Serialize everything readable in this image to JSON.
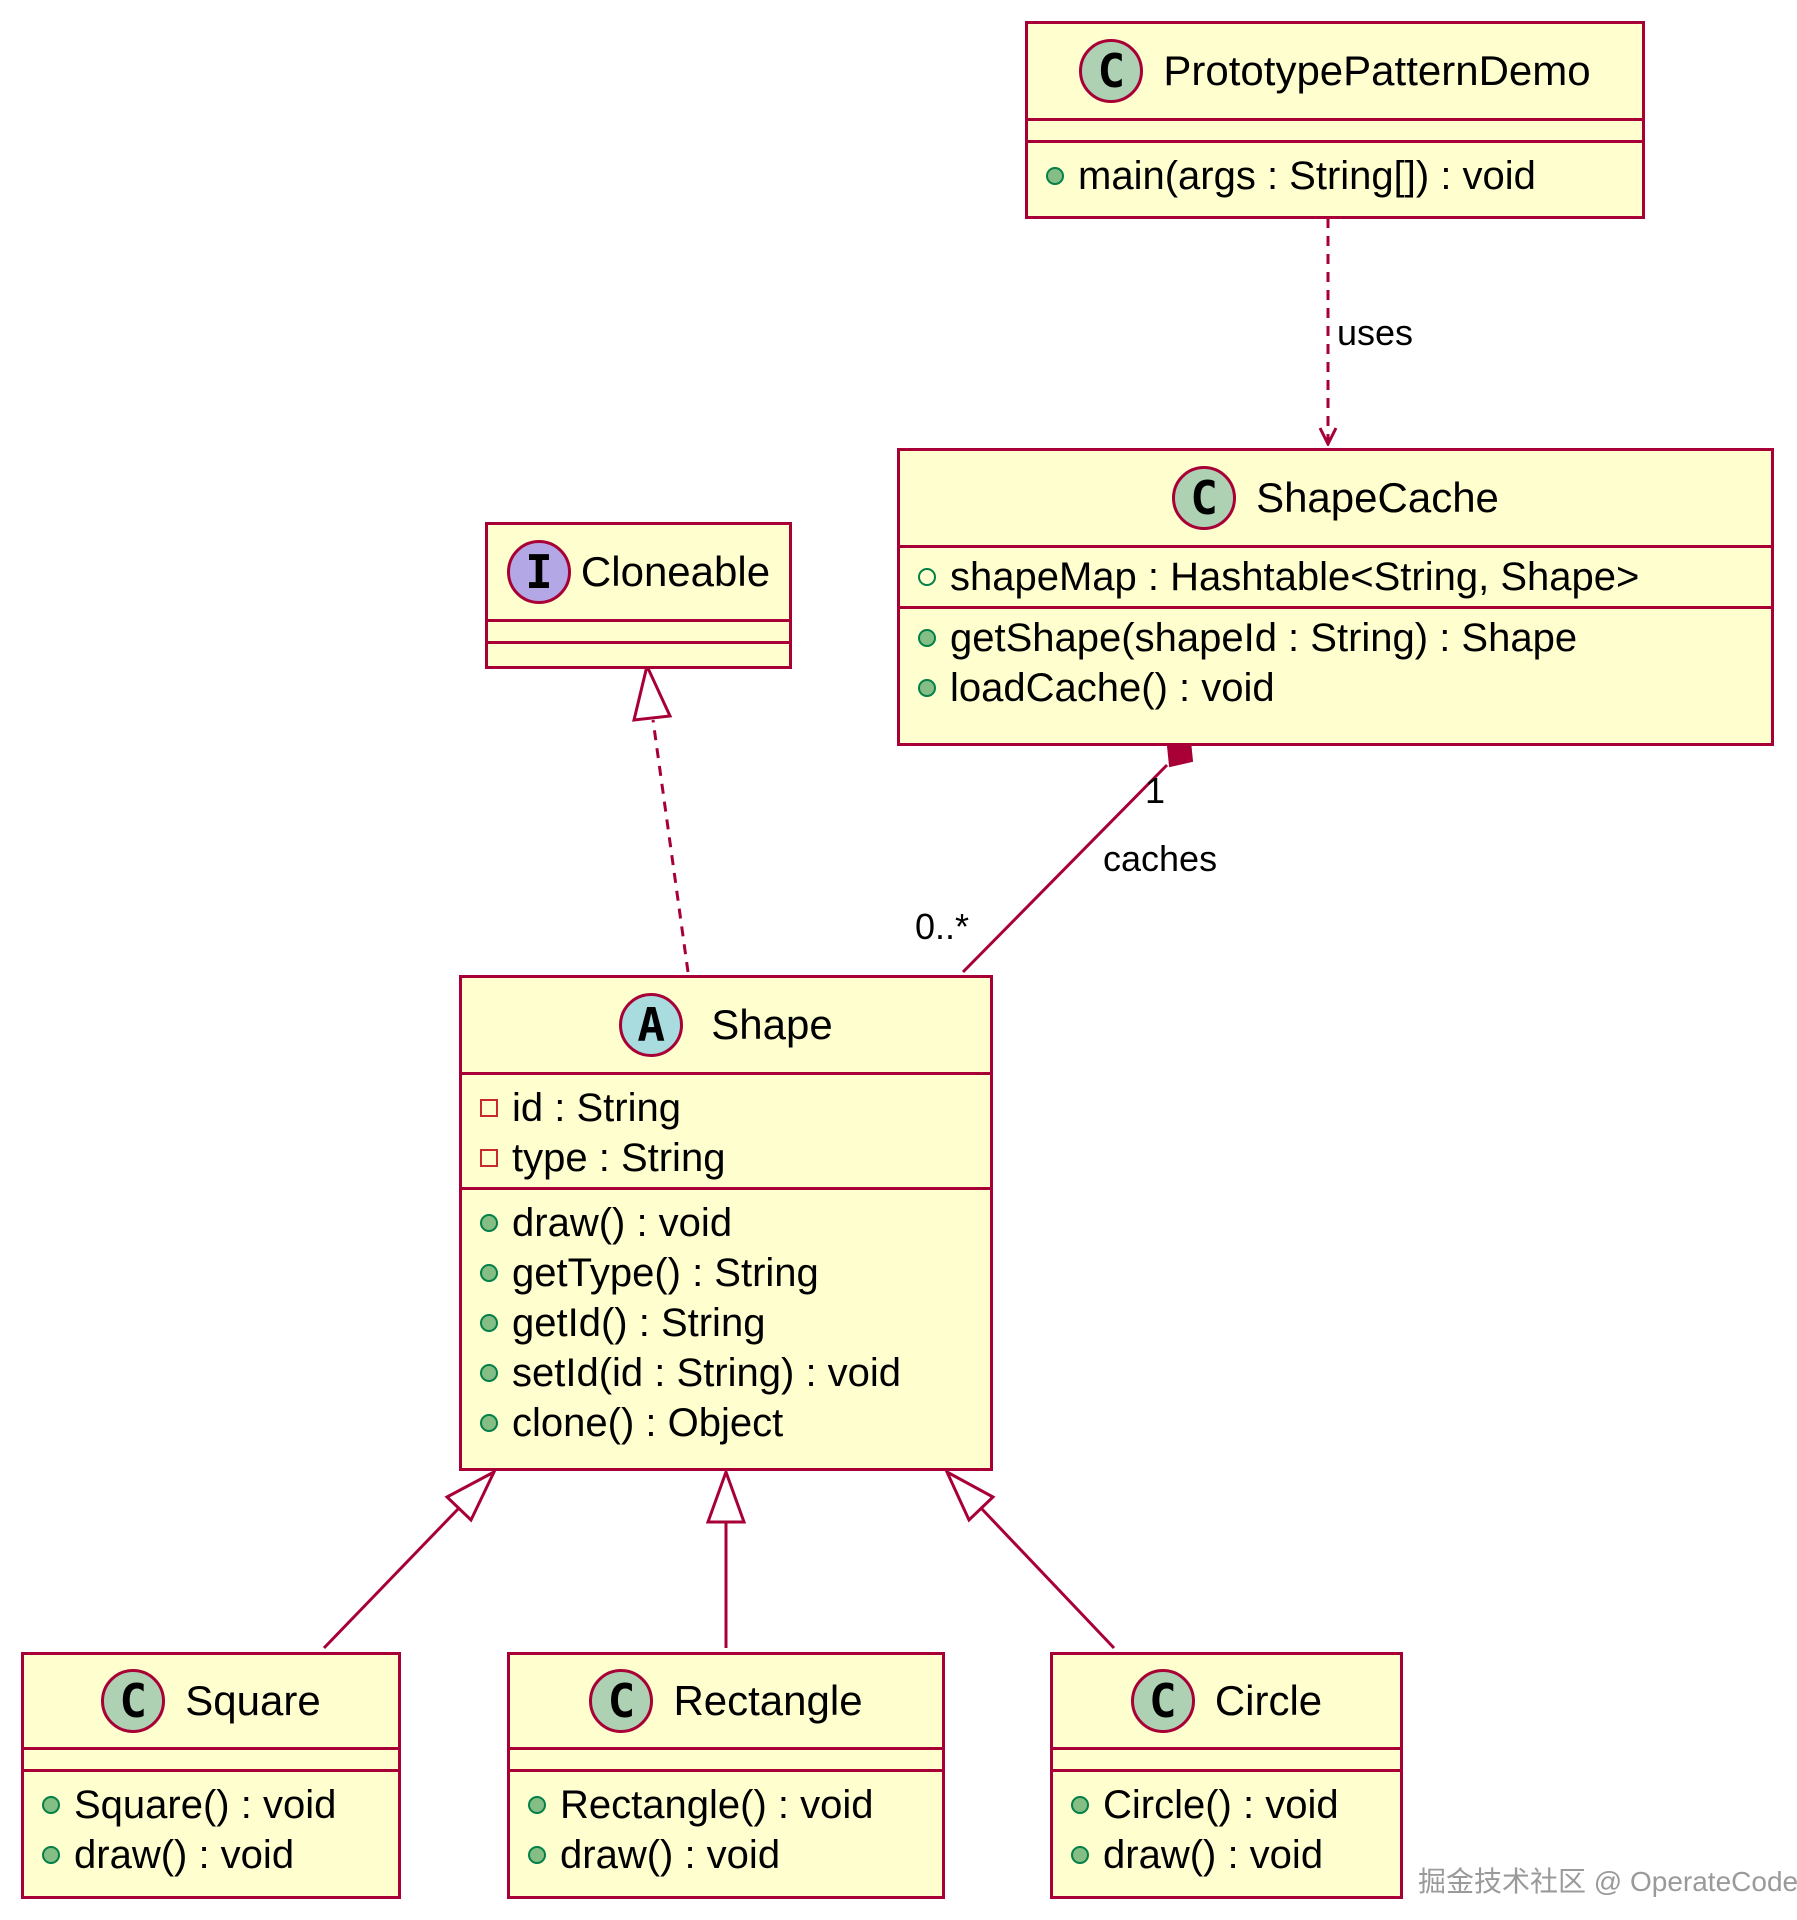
{
  "classes": {
    "demo": {
      "name": "PrototypePatternDemo",
      "stereotype": "C",
      "stereo_color": "#ADD1B2",
      "methods": [
        {
          "vis": "public",
          "text": "main(args : String[]) : void"
        }
      ]
    },
    "cache": {
      "name": "ShapeCache",
      "stereotype": "C",
      "stereo_color": "#ADD1B2",
      "fields": [
        {
          "vis": "public-hollow",
          "text": "shapeMap : Hashtable<String, Shape>"
        }
      ],
      "methods": [
        {
          "vis": "public",
          "text": "getShape(shapeId : String) : Shape"
        },
        {
          "vis": "public",
          "text": "loadCache() : void"
        }
      ]
    },
    "cloneable": {
      "name": "Cloneable",
      "stereotype": "I",
      "stereo_color": "#B4A7E5"
    },
    "shape": {
      "name": "Shape",
      "stereotype": "A",
      "stereo_color": "#A9DCDF",
      "fields": [
        {
          "vis": "private",
          "text": "id : String"
        },
        {
          "vis": "private",
          "text": "type : String"
        }
      ],
      "methods": [
        {
          "vis": "public",
          "text": "draw() : void"
        },
        {
          "vis": "public",
          "text": "getType() : String"
        },
        {
          "vis": "public",
          "text": "getId() : String"
        },
        {
          "vis": "public",
          "text": "setId(id : String) : void"
        },
        {
          "vis": "public",
          "text": "clone() : Object"
        }
      ]
    },
    "square": {
      "name": "Square",
      "stereotype": "C",
      "stereo_color": "#ADD1B2",
      "methods": [
        {
          "vis": "public",
          "text": "Square() : void"
        },
        {
          "vis": "public",
          "text": "draw() : void"
        }
      ]
    },
    "rectangle": {
      "name": "Rectangle",
      "stereotype": "C",
      "stereo_color": "#ADD1B2",
      "methods": [
        {
          "vis": "public",
          "text": "Rectangle() : void"
        },
        {
          "vis": "public",
          "text": "draw() : void"
        }
      ]
    },
    "circle": {
      "name": "Circle",
      "stereotype": "C",
      "stereo_color": "#ADD1B2",
      "methods": [
        {
          "vis": "public",
          "text": "Circle() : void"
        },
        {
          "vis": "public",
          "text": "draw() : void"
        }
      ]
    }
  },
  "relations": {
    "uses_label": "uses",
    "caches_label": "caches",
    "caches_mult_cache": "1",
    "caches_mult_shape": "0..*"
  },
  "colors": {
    "border": "#A80036",
    "fill": "#FEFECE",
    "public": "#84BE84",
    "private": "#C82930"
  },
  "watermark": "掘金技术社区 @ OperateCode"
}
